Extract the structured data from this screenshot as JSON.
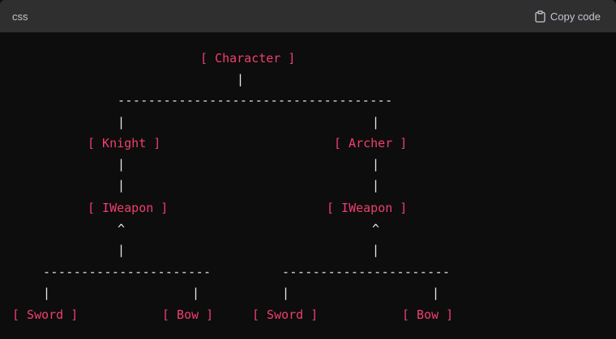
{
  "header": {
    "language": "css",
    "copy_label": "Copy code"
  },
  "diagram": {
    "root": "[ Character ]",
    "pipe": "|",
    "caret": "^",
    "top_rule": "------------------------------------",
    "sub_rule": "----------------------",
    "left_class": "[ Knight ]",
    "right_class": "[ Archer ]",
    "interface": "[ IWeapon ]",
    "sword": "[ Sword ]",
    "bow": "[ Bow ]"
  },
  "colors": {
    "header_bg": "#2f2f2f",
    "code_bg": "#0d0d0d",
    "node_text": "#ef3f6e",
    "connector_text": "#e8e8e8"
  }
}
